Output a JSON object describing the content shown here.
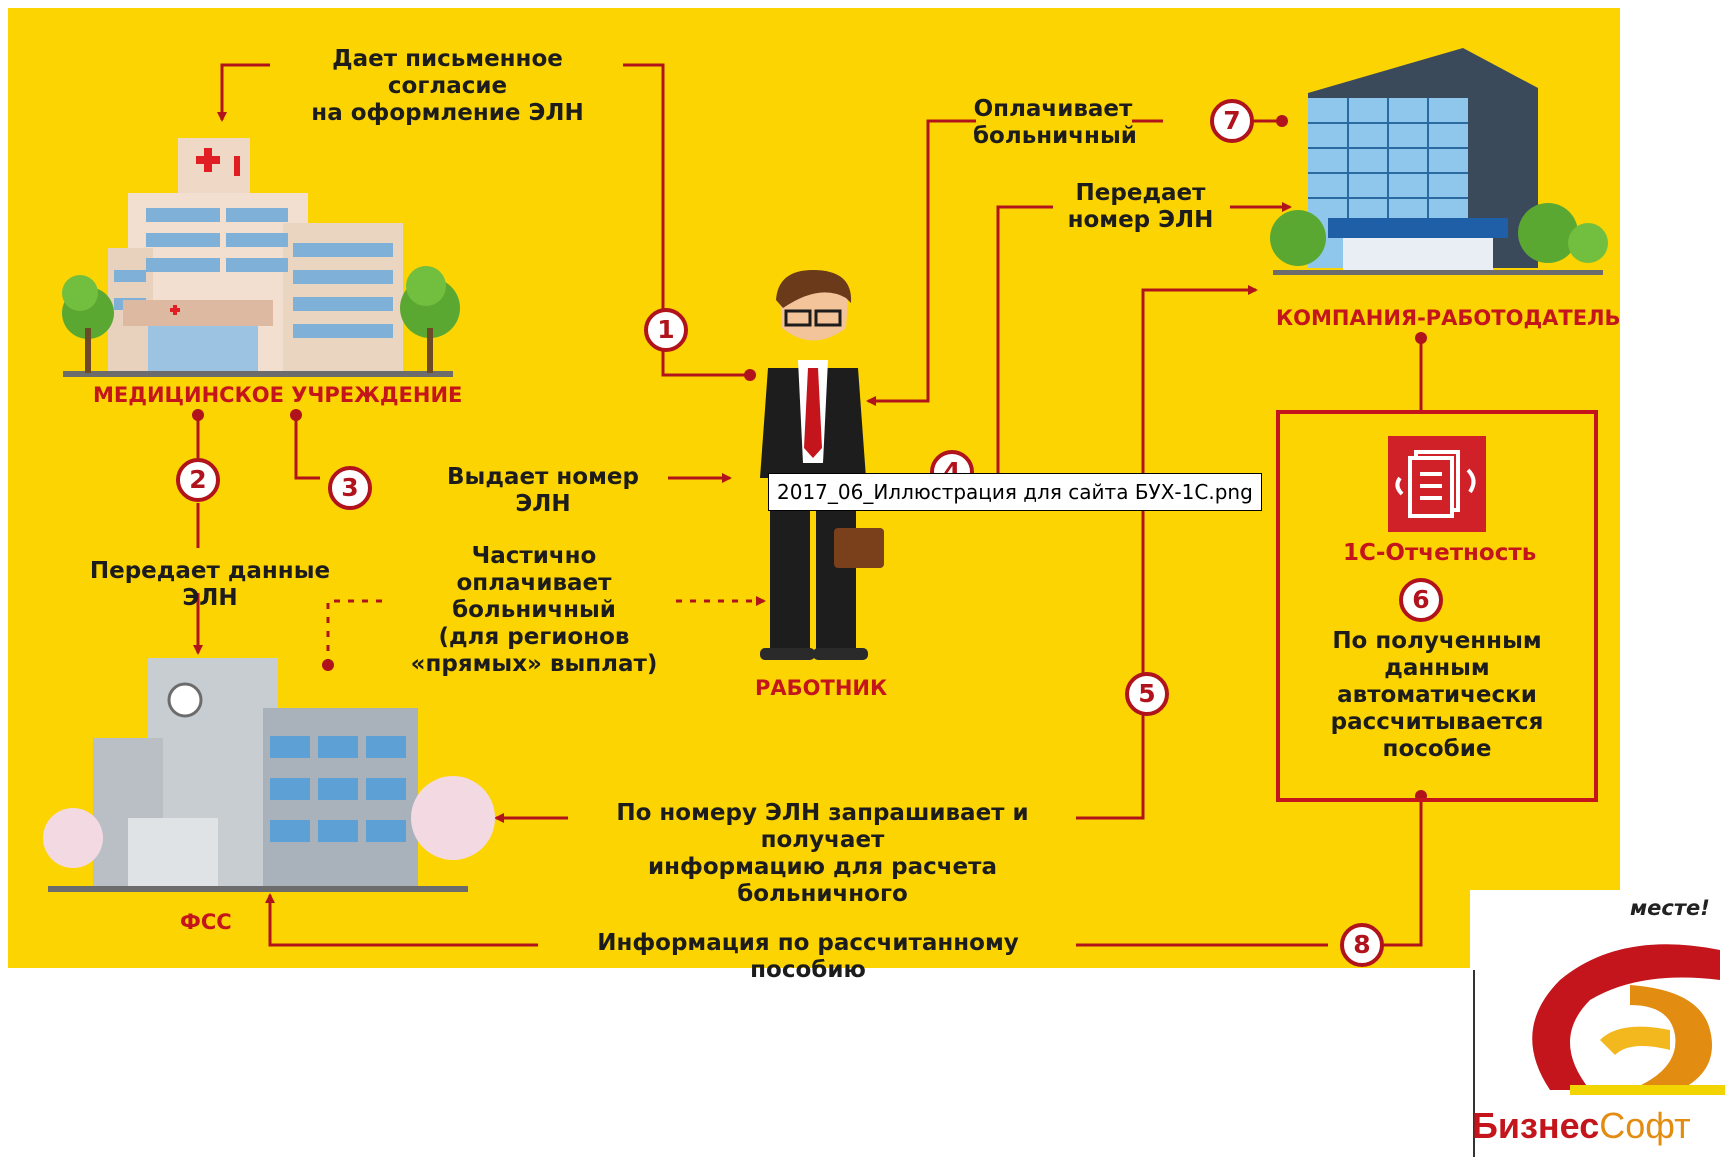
{
  "tooltip": "2017_06_Иллюстрация для сайта БУХ-1С.png",
  "entities": {
    "medical": "МЕДИЦИНСКОЕ УЧРЕЖДЕНИЕ",
    "worker": "РАБОТНИК",
    "employer": "КОМПАНИЯ-РАБОТОДАТЕЛЬ",
    "fss": "ФСС"
  },
  "service": {
    "name": "1С-Отчетность"
  },
  "steps": [
    {
      "number": "1",
      "text": "Дает письменное согласие\nна оформление ЭЛН"
    },
    {
      "number": "2",
      "text": "Передает данные ЭЛН"
    },
    {
      "number": "3",
      "text": "Выдает номер ЭЛН"
    },
    {
      "number": "4",
      "text": "Передает\nномер ЭЛН"
    },
    {
      "number": "5",
      "text": "По номеру ЭЛН запрашивает и получает\nинформацию для расчета больничного"
    },
    {
      "number": "6",
      "text": "По полученным\nданным\nавтоматически\nрассчитывается\nпособие"
    },
    {
      "number": "7",
      "text": "Оплачивает\nбольничный"
    },
    {
      "number": "8",
      "text": "Информация по рассчитанному пособию"
    }
  ],
  "fss_partial_payment": "Частично оплачивает\nбольничный\n(для регионов\n«прямых» выплат)",
  "logo": {
    "tagline": "месте!",
    "name_part1": "Бизнес",
    "name_part2": "Софт"
  },
  "colors": {
    "background": "#fcd402",
    "accent_red": "#c3151b",
    "connector": "#b0131b",
    "text": "#1c1c1c"
  }
}
